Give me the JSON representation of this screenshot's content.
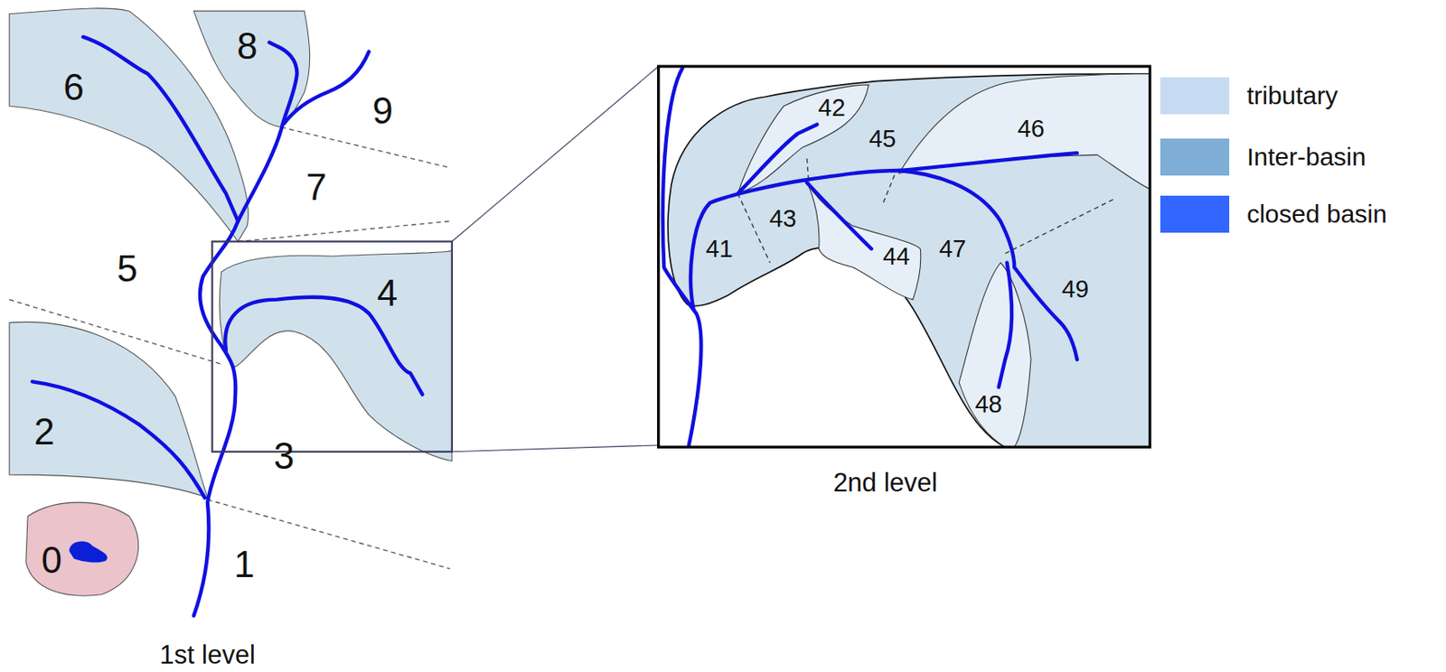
{
  "diagram": {
    "labels": [
      "6",
      "8",
      "9",
      "7",
      "5",
      "4",
      "2",
      "3",
      "0",
      "1",
      "1st level",
      "42",
      "45",
      "46",
      "43",
      "41",
      "44",
      "47",
      "49",
      "48",
      "2nd level"
    ],
    "legend": [
      {
        "text": "tributary",
        "color": "#c6daf1"
      },
      {
        "text": "Inter-basin",
        "color": "#7eaed6"
      },
      {
        "text": "closed basin",
        "color": "#3366ff"
      }
    ]
  }
}
